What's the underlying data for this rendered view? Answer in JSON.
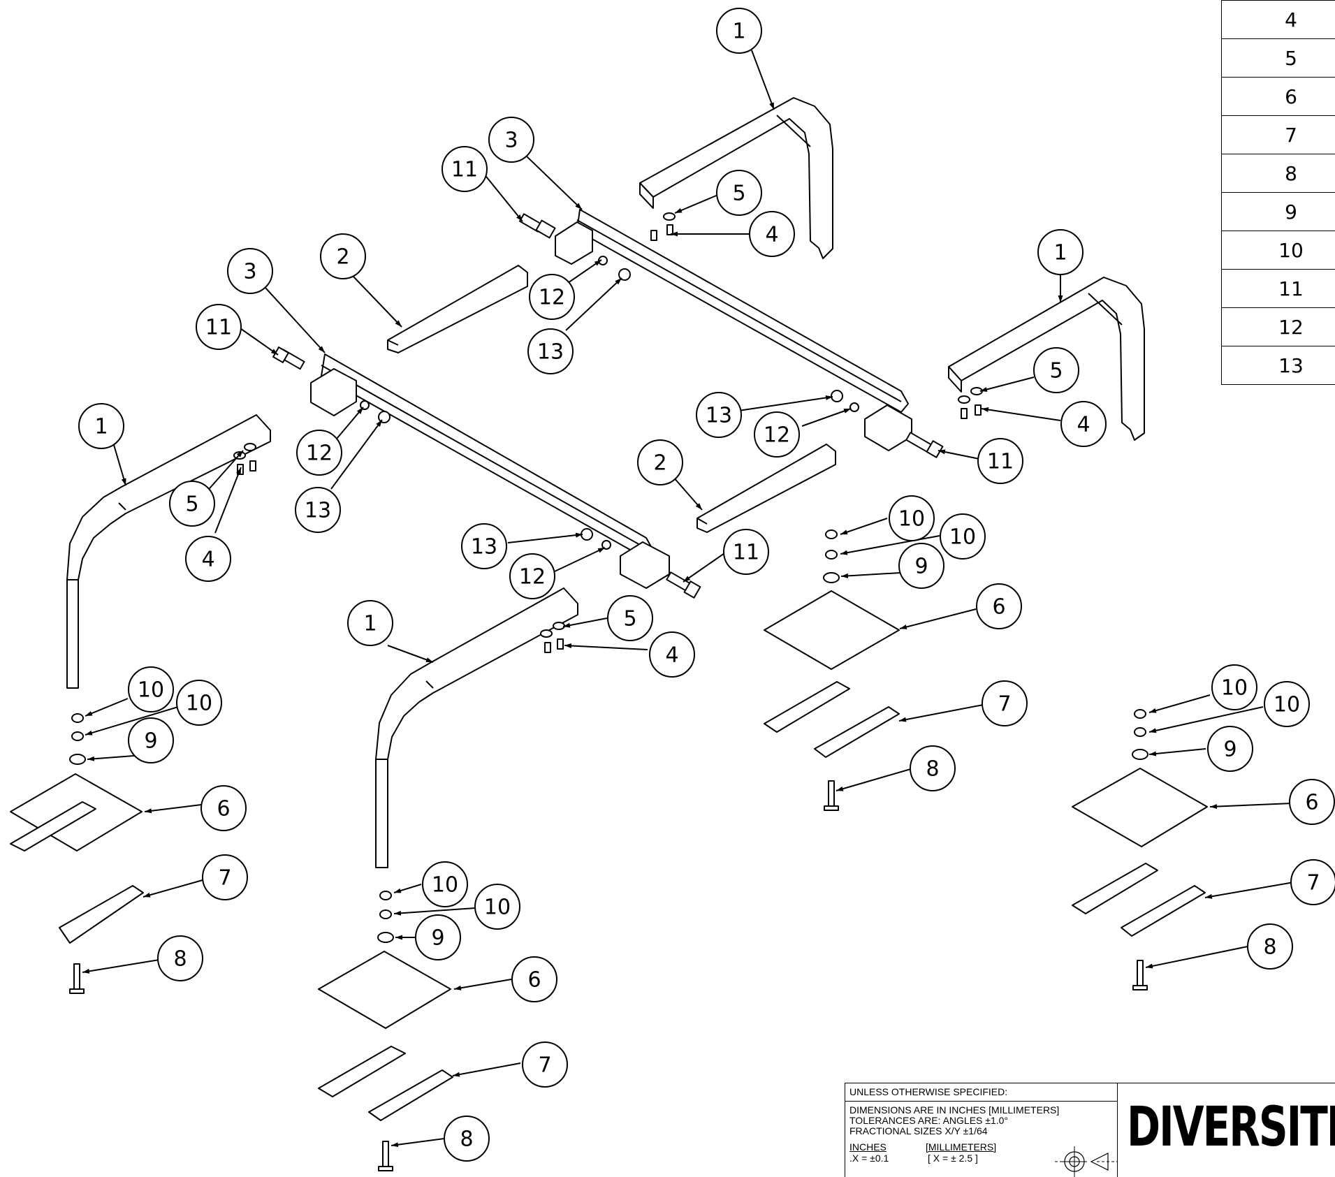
{
  "parts_list": {
    "item_numbers": [
      "4",
      "5",
      "6",
      "7",
      "8",
      "9",
      "10",
      "11",
      "12",
      "13"
    ]
  },
  "callouts": [
    {
      "id": "c1a",
      "label": "1"
    },
    {
      "id": "c1b",
      "label": "1"
    },
    {
      "id": "c1c",
      "label": "1"
    },
    {
      "id": "c1d",
      "label": "1"
    },
    {
      "id": "c2a",
      "label": "2"
    },
    {
      "id": "c2b",
      "label": "2"
    },
    {
      "id": "c3a",
      "label": "3"
    },
    {
      "id": "c3b",
      "label": "3"
    },
    {
      "id": "c4a",
      "label": "4"
    },
    {
      "id": "c4b",
      "label": "4"
    },
    {
      "id": "c4c",
      "label": "4"
    },
    {
      "id": "c4d",
      "label": "4"
    },
    {
      "id": "c5a",
      "label": "5"
    },
    {
      "id": "c5b",
      "label": "5"
    },
    {
      "id": "c5c",
      "label": "5"
    },
    {
      "id": "c5d",
      "label": "5"
    },
    {
      "id": "c6a",
      "label": "6"
    },
    {
      "id": "c6b",
      "label": "6"
    },
    {
      "id": "c6c",
      "label": "6"
    },
    {
      "id": "c6d",
      "label": "6"
    },
    {
      "id": "c7a",
      "label": "7"
    },
    {
      "id": "c7b",
      "label": "7"
    },
    {
      "id": "c7c",
      "label": "7"
    },
    {
      "id": "c7d",
      "label": "7"
    },
    {
      "id": "c8a",
      "label": "8"
    },
    {
      "id": "c8b",
      "label": "8"
    },
    {
      "id": "c8c",
      "label": "8"
    },
    {
      "id": "c8d",
      "label": "8"
    },
    {
      "id": "c9a",
      "label": "9"
    },
    {
      "id": "c9b",
      "label": "9"
    },
    {
      "id": "c9c",
      "label": "9"
    },
    {
      "id": "c9d",
      "label": "9"
    },
    {
      "id": "c10a",
      "label": "10"
    },
    {
      "id": "c10b",
      "label": "10"
    },
    {
      "id": "c10c",
      "label": "10"
    },
    {
      "id": "c10d",
      "label": "10"
    },
    {
      "id": "c10e",
      "label": "10"
    },
    {
      "id": "c10f",
      "label": "10"
    },
    {
      "id": "c10g",
      "label": "10"
    },
    {
      "id": "c10h",
      "label": "10"
    },
    {
      "id": "c11a",
      "label": "11"
    },
    {
      "id": "c11b",
      "label": "11"
    },
    {
      "id": "c11c",
      "label": "11"
    },
    {
      "id": "c11d",
      "label": "11"
    },
    {
      "id": "c12a",
      "label": "12"
    },
    {
      "id": "c12b",
      "label": "12"
    },
    {
      "id": "c12c",
      "label": "12"
    },
    {
      "id": "c12d",
      "label": "12"
    },
    {
      "id": "c13a",
      "label": "13"
    },
    {
      "id": "c13b",
      "label": "13"
    },
    {
      "id": "c13c",
      "label": "13"
    },
    {
      "id": "c13d",
      "label": "13"
    }
  ],
  "title_block": {
    "header": "UNLESS OTHERWISE SPECIFIED:",
    "line1": "DIMENSIONS ARE IN INCHES [MILLIMETERS]",
    "line2": "TOLERANCES ARE:  ANGLES ±1.0°",
    "line3": "FRACTIONAL SIZES X/Y ±1/64",
    "inches_label": "INCHES",
    "mm_label": "[MILLIMETERS]",
    "tol1_in": ".X = ±0.1",
    "tol1_mm": "[ X   = ± 2.5  ]",
    "company": "DIVERSITE"
  }
}
